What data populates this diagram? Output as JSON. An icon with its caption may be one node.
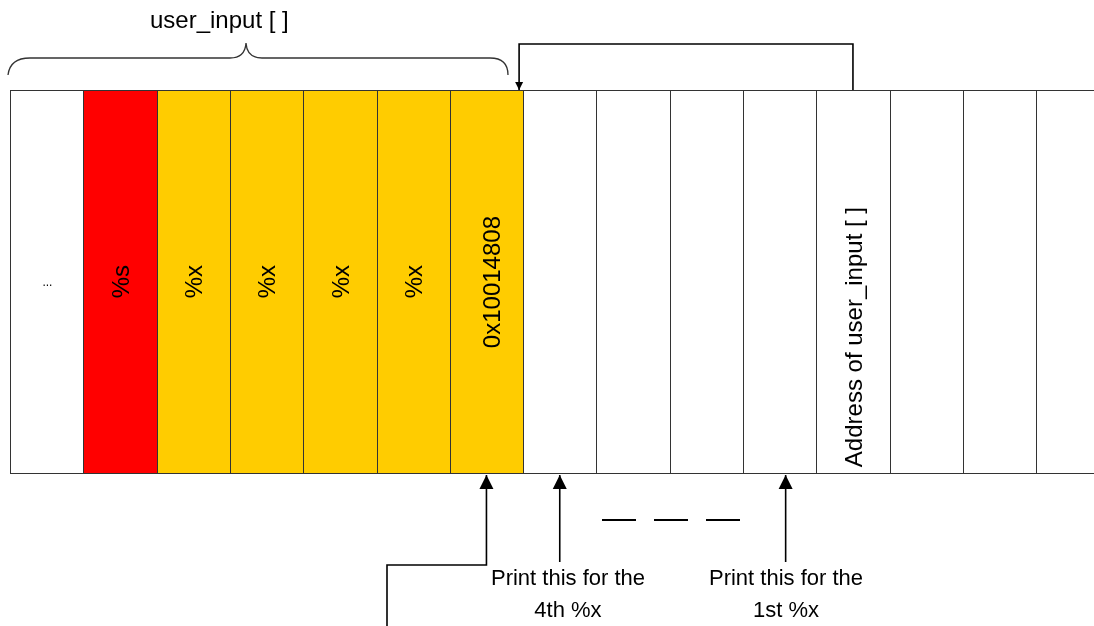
{
  "diagram": {
    "nodes": [
      {
        "text": [
          "..."
        ]
      },
      {
        "text": [
          "%s"
        ]
      },
      {
        "text": [
          "%x"
        ]
      },
      {
        "text": [
          "%x"
        ]
      },
      {
        "text": [
          "%x"
        ]
      },
      {
        "text": [
          "%x"
        ]
      },
      {
        "text": [
          "0x10014808"
        ]
      },
      {
        "text": [],
        "shape": "box"
      },
      {
        "text": [],
        "shape": "box"
      },
      {
        "text": [],
        "shape": "box"
      },
      {
        "text": [],
        "shape": "box"
      },
      {
        "text": [
          "Address of user_input [ ]"
        ]
      },
      {
        "text": [],
        "shape": "box"
      },
      {
        "text": [],
        "shape": "box"
      },
      {
        "text": [],
        "shape": "box"
      },
      {
        "text": [
          "Print this for the 4th %x"
        ]
      },
      {
        "text": [
          "Print this for the 1st %x"
        ]
      }
    ],
    "edges": [
      {
        "from": 11,
        "to": 6,
        "arrow": "to"
      },
      {
        "from": null,
        "to": 6,
        "arrow": "to"
      },
      {
        "from": 15,
        "to": 7,
        "arrow": "to"
      },
      {
        "from": 16,
        "to": 10,
        "arrow": "to"
      }
    ],
    "labels": [
      "user_input [ ]"
    ]
  }
}
